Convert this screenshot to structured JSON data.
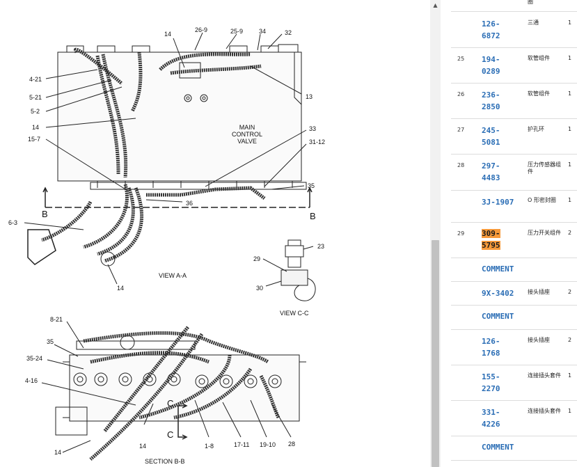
{
  "drawing": {
    "callouts": {
      "c14_top": "14",
      "c26_9": "26-9",
      "c25_9": "25-9",
      "c34": "34",
      "c32": "32",
      "c4_21": "4-21",
      "c5_21": "5-21",
      "c5_2": "5-2",
      "c13": "13",
      "c14_mid": "14",
      "c33": "33",
      "c15_7": "15-7",
      "c31_12": "31-12",
      "c35_top": "35",
      "c36": "36",
      "c6_3": "6-3",
      "c14_low": "14",
      "c29": "29",
      "c23": "23",
      "c30": "30",
      "c8_21": "8-21",
      "c35_bot": "35",
      "c35_24": "35-24",
      "c4_16": "4-16",
      "c14_bb": "14",
      "c14_bb2": "14",
      "c1_8": "1-8",
      "c17_11": "17-11",
      "c19_10": "19-10",
      "c28": "28",
      "valve_line1": "MAIN",
      "valve_line2": "CONTROL",
      "valve_line3": "VALVE",
      "b_left": "B",
      "b_right": "B",
      "c_top": "C",
      "c_bottom": "C",
      "view_aa": "VIEW A-A",
      "view_cc": "VIEW C-C",
      "section_bb": "SECTION B-B"
    }
  },
  "scrollbar": {
    "up_arrow": "▲"
  },
  "parts": {
    "top_cut_desc": "圈",
    "rows": [
      {
        "ref": "",
        "pn1": "126-",
        "pn2": "6872",
        "desc": "三通",
        "qty": "1"
      },
      {
        "ref": "25",
        "pn1": "194-",
        "pn2": "0289",
        "desc": "软管组件",
        "qty": "1"
      },
      {
        "ref": "26",
        "pn1": "236-",
        "pn2": "2850",
        "desc": "软管组件",
        "qty": "1"
      },
      {
        "ref": "27",
        "pn1": "245-",
        "pn2": "5081",
        "desc": "护孔环",
        "qty": "1"
      },
      {
        "ref": "28",
        "pn1": "297-",
        "pn2": "4483",
        "desc": "压力传感器组件",
        "qty": "1"
      },
      {
        "ref": "",
        "pn_single": "3J-1907",
        "desc": "O 形密封圈",
        "qty": "1"
      },
      {
        "ref": "29",
        "pn1": "309-",
        "pn2": "5795",
        "desc": "压力开关组件",
        "qty": "2"
      },
      {
        "comment": "COMMENT"
      },
      {
        "ref": "",
        "pn_single": "9X-3402",
        "desc": "接头插座",
        "qty": "2"
      },
      {
        "comment": "COMMENT"
      },
      {
        "ref": "",
        "pn1": "126-",
        "pn2": "1768",
        "desc": "接头插座",
        "qty": "2"
      },
      {
        "ref": "",
        "pn1": "155-",
        "pn2": "2270",
        "desc": "连接插头套件",
        "qty": "1"
      },
      {
        "ref": "",
        "pn1": "331-",
        "pn2": "4226",
        "desc": "连接插头套件",
        "qty": "1"
      },
      {
        "comment": "COMMENT"
      }
    ]
  }
}
